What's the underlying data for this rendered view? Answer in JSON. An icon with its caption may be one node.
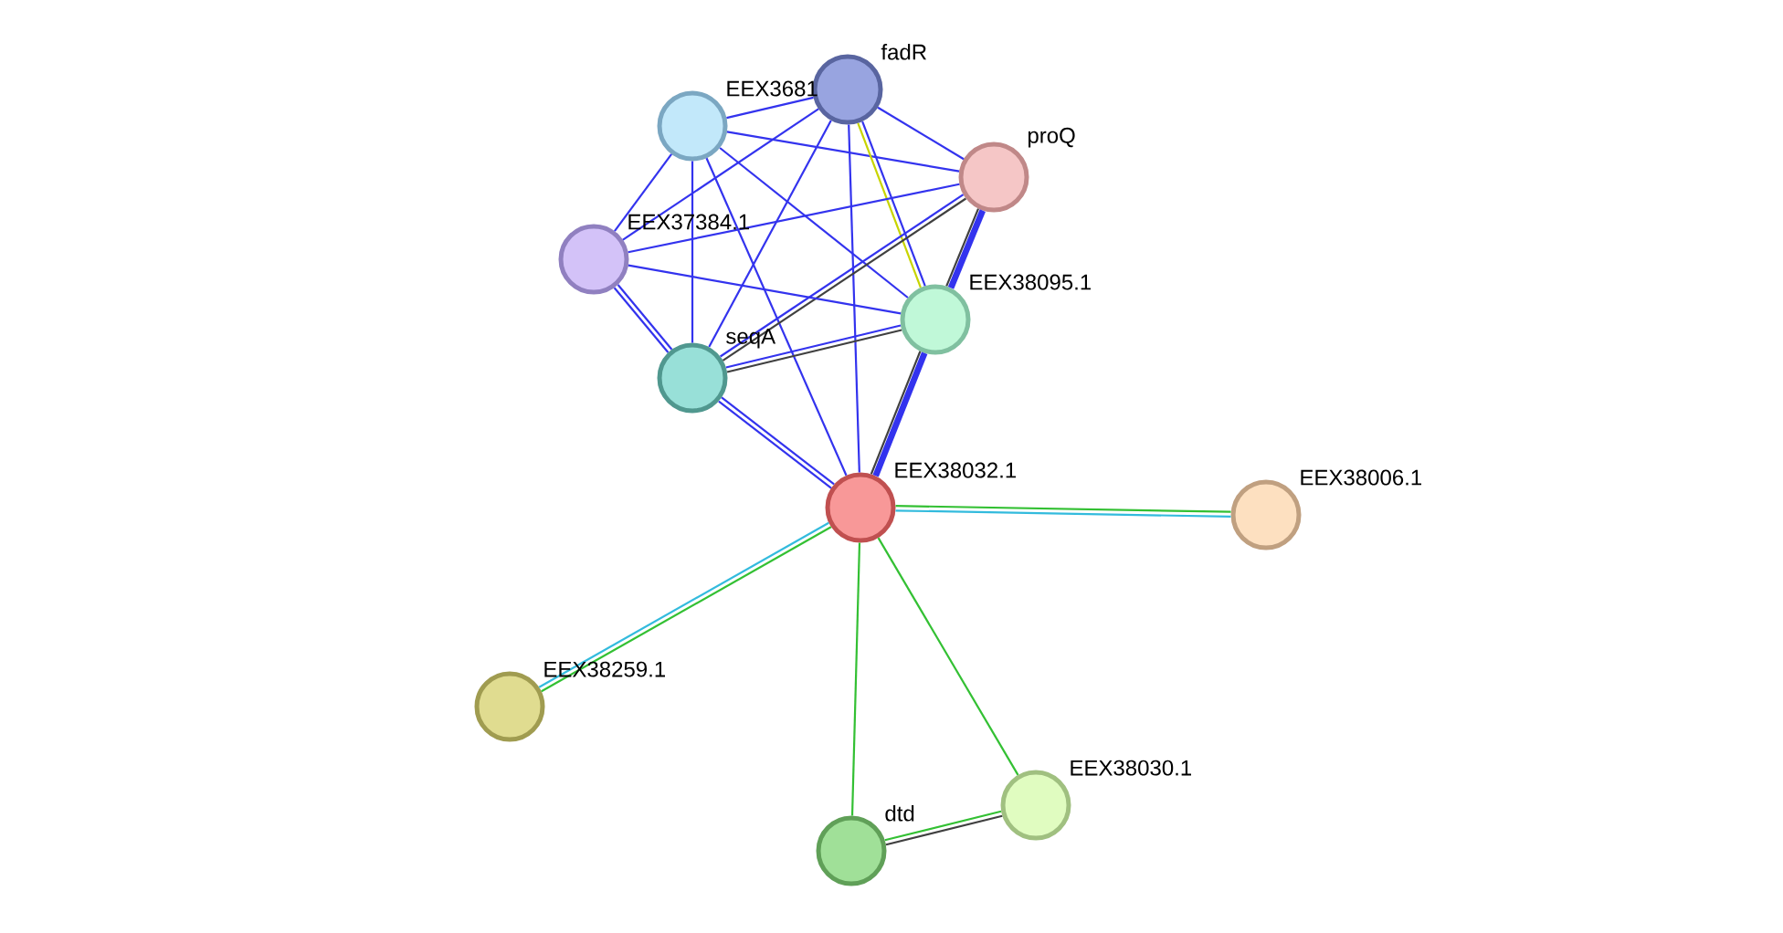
{
  "diagram": {
    "nodes": [
      {
        "text": [],
        "shape": "circle",
        "beside": [
          "EEX3681"
        ]
      },
      {
        "text": [],
        "shape": "circle",
        "beside": [
          "fadR"
        ]
      },
      {
        "text": [],
        "shape": "circle",
        "beside": [
          "proQ"
        ]
      },
      {
        "text": [],
        "shape": "circle",
        "beside": [
          "EEX37384.1"
        ]
      },
      {
        "text": [],
        "shape": "circle",
        "beside": [
          "EEX38095.1"
        ]
      },
      {
        "text": [],
        "shape": "circle",
        "beside": [
          "seqA"
        ]
      },
      {
        "text": [],
        "shape": "circle",
        "beside": [
          "EEX38032.1"
        ]
      },
      {
        "text": [],
        "shape": "circle",
        "beside": [
          "EEX38006.1"
        ]
      },
      {
        "text": [],
        "shape": "circle",
        "beside": [
          "EEX38259.1"
        ]
      },
      {
        "text": [],
        "shape": "circle",
        "beside": [
          "EEX38030.1"
        ]
      },
      {
        "text": [],
        "shape": "circle",
        "beside": [
          "dtd"
        ]
      }
    ],
    "edges": [
      {
        "from": 0,
        "to": 1,
        "arrow": "none"
      },
      {
        "from": 0,
        "to": 2,
        "arrow": "none"
      },
      {
        "from": 0,
        "to": 3,
        "arrow": "none"
      },
      {
        "from": 0,
        "to": 4,
        "arrow": "none"
      },
      {
        "from": 0,
        "to": 5,
        "arrow": "none"
      },
      {
        "from": 0,
        "to": 6,
        "arrow": "none"
      },
      {
        "from": 1,
        "to": 2,
        "arrow": "none"
      },
      {
        "from": 1,
        "to": 3,
        "arrow": "none"
      },
      {
        "from": 1,
        "to": 5,
        "arrow": "none"
      },
      {
        "from": 1,
        "to": 6,
        "arrow": "none"
      },
      {
        "from": 1,
        "to": 4,
        "arrow": "none"
      },
      {
        "from": 1,
        "to": 4,
        "arrow": "none",
        "color": "#c8d400"
      },
      {
        "from": 2,
        "to": 3,
        "arrow": "none"
      },
      {
        "from": 2,
        "to": 5,
        "arrow": "none",
        "color": "#404040"
      },
      {
        "from": 2,
        "to": 5,
        "arrow": "none"
      },
      {
        "from": 2,
        "to": 4,
        "arrow": "none",
        "style": "thick"
      },
      {
        "from": 2,
        "to": 4,
        "arrow": "none",
        "color": "#404040"
      },
      {
        "from": 3,
        "to": 4,
        "arrow": "none"
      },
      {
        "from": 3,
        "to": 5,
        "arrow": "none"
      },
      {
        "from": 3,
        "to": 5,
        "arrow": "none"
      },
      {
        "from": 4,
        "to": 5,
        "arrow": "none",
        "color": "#404040"
      },
      {
        "from": 4,
        "to": 5,
        "arrow": "none"
      },
      {
        "from": 4,
        "to": 6,
        "arrow": "none",
        "style": "thick"
      },
      {
        "from": 4,
        "to": 6,
        "arrow": "none",
        "color": "#404040"
      },
      {
        "from": 5,
        "to": 6,
        "arrow": "none"
      },
      {
        "from": 5,
        "to": 6,
        "arrow": "none"
      },
      {
        "from": 6,
        "to": 7,
        "arrow": "none",
        "color": "#33c033"
      },
      {
        "from": 6,
        "to": 7,
        "arrow": "none",
        "color": "#33bbdd"
      },
      {
        "from": 6,
        "to": 8,
        "arrow": "none",
        "color": "#33c033"
      },
      {
        "from": 6,
        "to": 8,
        "arrow": "none",
        "color": "#33bbdd"
      },
      {
        "from": 6,
        "to": 9,
        "arrow": "none",
        "color": "#33c033"
      },
      {
        "from": 6,
        "to": 10,
        "arrow": "none",
        "color": "#33c033"
      },
      {
        "from": 9,
        "to": 10,
        "arrow": "none",
        "color": "#404040"
      },
      {
        "from": 9,
        "to": 10,
        "arrow": "none",
        "color": "#33c033"
      }
    ]
  }
}
